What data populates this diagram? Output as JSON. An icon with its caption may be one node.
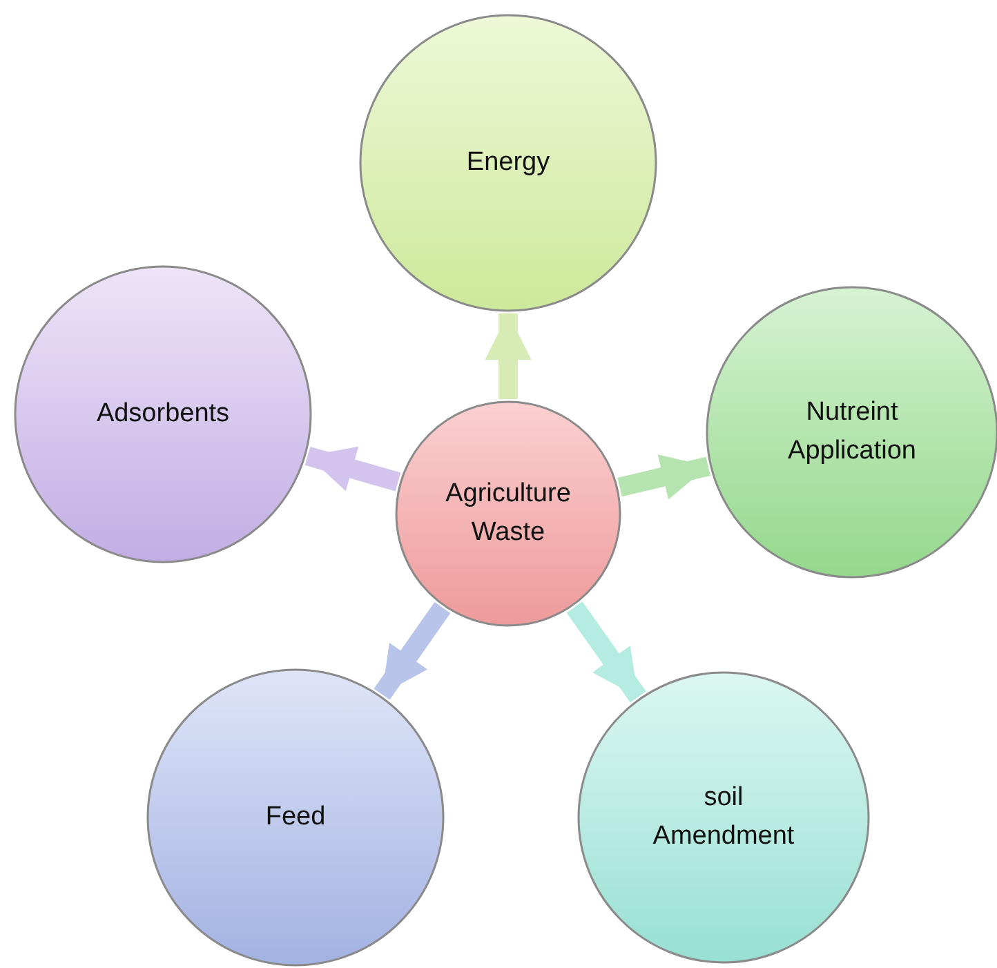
{
  "diagram": {
    "nodes": [
      {
        "text": [
          "Agriculture Waste"
        ]
      },
      {
        "text": [
          "Energy"
        ]
      },
      {
        "text": [
          "Nutreint Application"
        ]
      },
      {
        "text": [
          "soil Amendment"
        ]
      },
      {
        "text": [
          "Feed"
        ]
      },
      {
        "text": [
          "Adsorbents"
        ]
      }
    ],
    "edges": [
      {
        "from": 0,
        "to": 1,
        "arrow": "to",
        "color": "#d6ecb4"
      },
      {
        "from": 0,
        "to": 2,
        "arrow": "to",
        "color": "#b6e4b0"
      },
      {
        "from": 0,
        "to": 3,
        "arrow": "to",
        "color": "#b4ece2"
      },
      {
        "from": 0,
        "to": 4,
        "arrow": "to",
        "color": "#b8c4ea"
      },
      {
        "from": 0,
        "to": 5,
        "arrow": "to",
        "color": "#d2c4ec"
      }
    ]
  }
}
